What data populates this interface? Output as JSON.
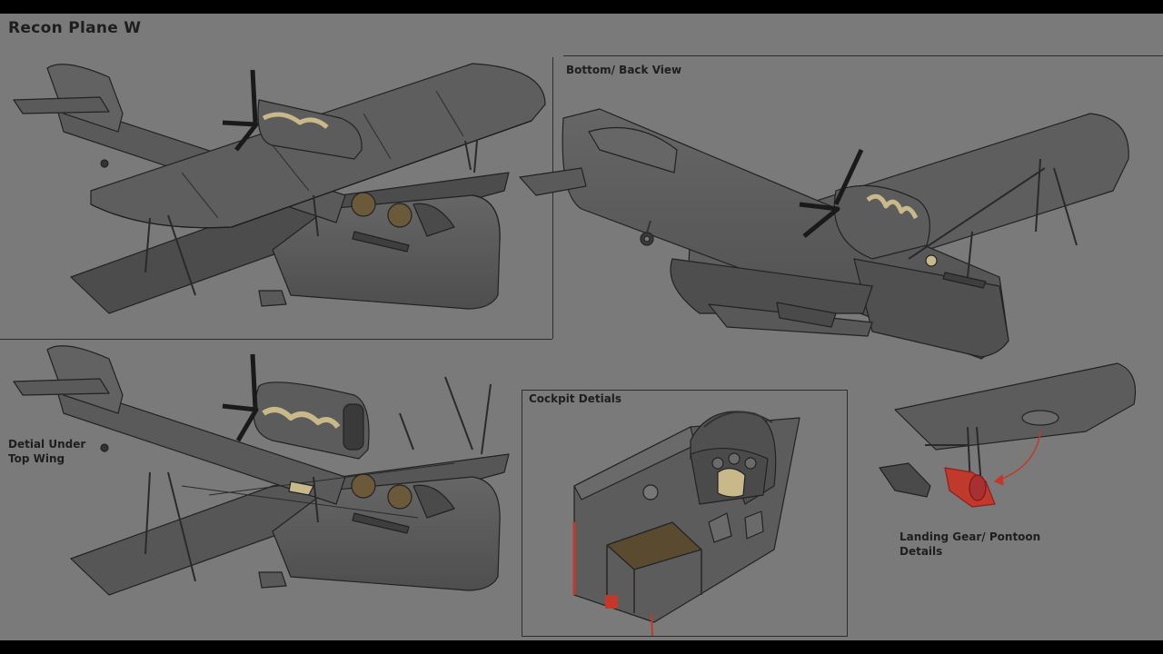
{
  "sheet": {
    "title": "Recon Plane W",
    "labels": {
      "bottom_back_view": "Bottom/ Back View",
      "detail_under_top_wing": "Detial Under\nTop Wing",
      "cockpit_details": "Cockpit Detials",
      "landing_gear_details": "Landing Gear/ Pontoon\nDetails"
    }
  },
  "colors": {
    "background": "#7a7a7a",
    "letterbox": "#000000",
    "plane_body": "#5c5c5c",
    "plane_shadow": "#484848",
    "plane_light": "#6a6a6a",
    "outline": "#222222",
    "engine_accent": "#c8b88a",
    "cockpit_seat": "#5a4a30",
    "highlight_red": "#c0392b"
  }
}
